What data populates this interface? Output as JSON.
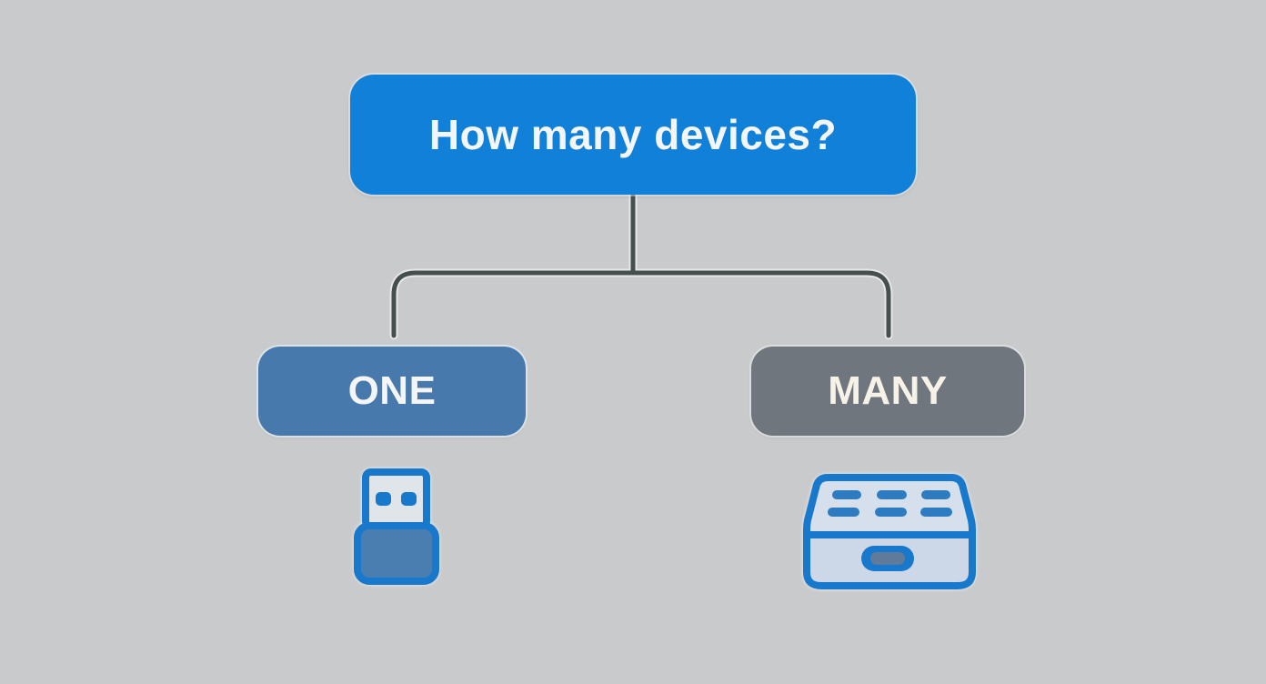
{
  "diagram": {
    "title": "Device count decision flowchart",
    "root": {
      "label": "How many devices?"
    },
    "branches": [
      {
        "label": "ONE",
        "icon": "usb-dongle-icon",
        "icon_meaning": "single USB receiver dongle"
      },
      {
        "label": "MANY",
        "icon": "usb-hub-icon",
        "icon_meaning": "multi-port USB hub / dock"
      }
    ]
  },
  "colors": {
    "background": "#c9cacb",
    "root-box": "#1180d8",
    "root-text": "#f3f5f7",
    "one-box": "#4879ac",
    "one-text": "#f3f5f7",
    "many-box": "#70767d",
    "many-text": "#f6f2e8",
    "connector": "#45504e",
    "icon-stroke": "#1878cc",
    "usb-conn-fill": "#e0e5ea",
    "usb-body-fill": "#4a7db0",
    "hub-top-fill": "#d6e0ec",
    "hub-front-fill": "#ccd8e7",
    "hub-slot": "#2d7cc1",
    "port-inner": "#5f7b99"
  }
}
